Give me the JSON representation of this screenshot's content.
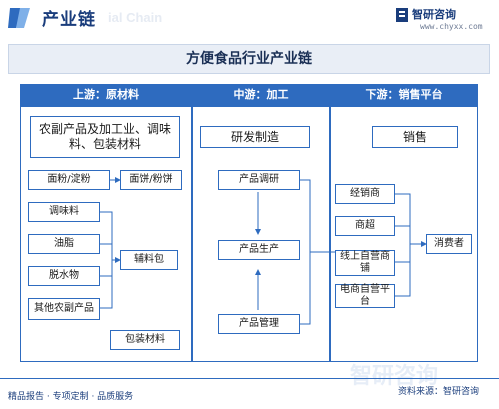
{
  "header": {
    "section_title": "产业链",
    "ghost_text": "ial Chain",
    "brand_name": "智研咨询",
    "brand_url": "www.chyxx.com"
  },
  "main_title": "方便食品行业产业链",
  "columns": {
    "upstream": "上游：原材料",
    "midstream": "中游：加工",
    "downstream": "下游：销售平台"
  },
  "upstream": {
    "top_box": "农副产品及加工业、调味料、包装材料",
    "flour": "面粉/淀粉",
    "noodle": "面饼/粉饼",
    "seasoning": "调味料",
    "oil": "油脂",
    "dehydrated": "脱水物",
    "other_products": "其他农副产品",
    "aux_pack": "辅料包",
    "packaging": "包装材料"
  },
  "midstream": {
    "top_box": "研发制造",
    "research": "产品调研",
    "production": "产品生产",
    "management": "产品管理"
  },
  "downstream": {
    "top_box": "销售",
    "distributor": "经销商",
    "supermarket": "商超",
    "offline_store": "线上自营商铺",
    "ecommerce": "电商自营平台",
    "consumer": "消费者"
  },
  "footer": {
    "left": "精品报告 · 专项定制 · 品质服务",
    "source": "资料来源：智研咨询",
    "watermark": "智研咨询"
  },
  "colors": {
    "accent": "#2e6bbf",
    "title": "#1a3d7c"
  }
}
